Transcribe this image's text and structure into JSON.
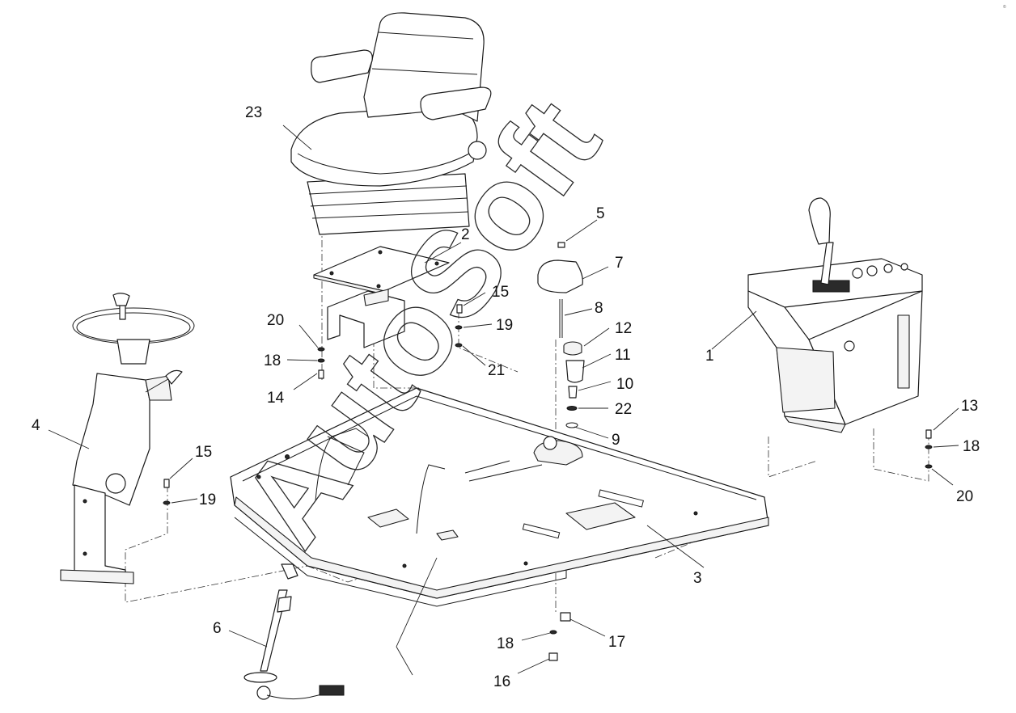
{
  "watermark": "AutoSoft",
  "corner_mark": "©",
  "callouts": {
    "p1": "1",
    "p2": "2",
    "p3": "3",
    "p4": "4",
    "p5": "5",
    "p6": "6",
    "p7": "7",
    "p8": "8",
    "p9": "9",
    "p10": "10",
    "p11": "11",
    "p12": "12",
    "p13": "13",
    "p14": "14",
    "p15a": "15",
    "p15b": "15",
    "p16": "16",
    "p17": "17",
    "p18a": "18",
    "p18b": "18",
    "p18c": "18",
    "p19a": "19",
    "p19b": "19",
    "p20a": "20",
    "p20b": "20",
    "p21": "21",
    "p22": "22",
    "p23": "23"
  }
}
